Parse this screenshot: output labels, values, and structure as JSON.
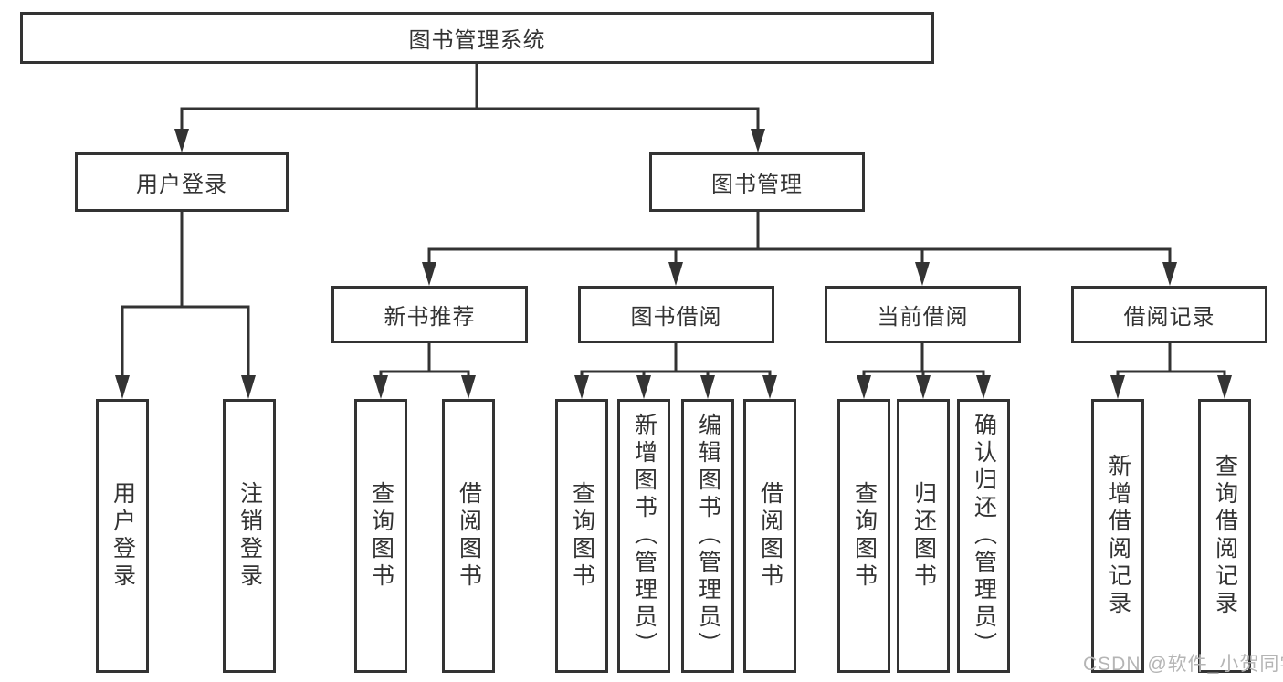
{
  "tree": {
    "root": {
      "label": "图书管理系统"
    },
    "children": [
      {
        "label": "用户登录",
        "children": [
          {
            "label": "用户登录"
          },
          {
            "label": "注销登录"
          }
        ]
      },
      {
        "label": "图书管理",
        "children": [
          {
            "label": "新书推荐",
            "children": [
              {
                "label": "查询图书"
              },
              {
                "label": "借阅图书"
              }
            ]
          },
          {
            "label": "图书借阅",
            "children": [
              {
                "label": "查询图书"
              },
              {
                "label": "新增图书（管理员）"
              },
              {
                "label": "编辑图书（管理员）"
              },
              {
                "label": "借阅图书"
              }
            ]
          },
          {
            "label": "当前借阅",
            "children": [
              {
                "label": "查询图书"
              },
              {
                "label": "归还图书"
              },
              {
                "label": "确认归还（管理员）"
              }
            ]
          },
          {
            "label": "借阅记录",
            "children": [
              {
                "label": "新增借阅记录"
              },
              {
                "label": "查询借阅记录"
              }
            ]
          }
        ]
      }
    ]
  },
  "watermark": {
    "text": "CSDN @软件_小贺同学"
  },
  "colors": {
    "line": "#333333",
    "text": "#333333",
    "watermark": "#b5b5b5",
    "background": "#ffffff"
  }
}
